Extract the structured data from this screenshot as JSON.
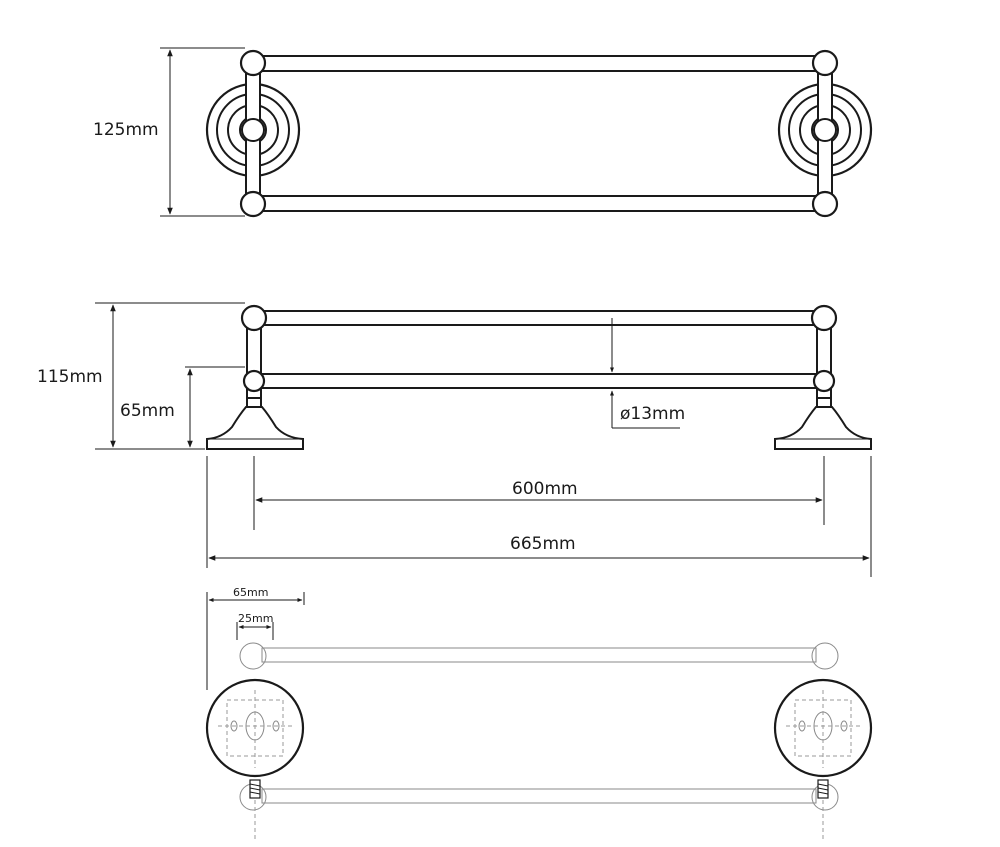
{
  "top_view": {
    "height_label": "125mm"
  },
  "side_view": {
    "total_height_label": "115mm",
    "lower_bar_height_label": "65mm",
    "bar_diameter_label": "ø13mm",
    "centers_label": "600mm",
    "overall_length_label": "665mm"
  },
  "bottom_view": {
    "base_diameter_label": "65mm",
    "hole_spacing_label": "25mm"
  }
}
